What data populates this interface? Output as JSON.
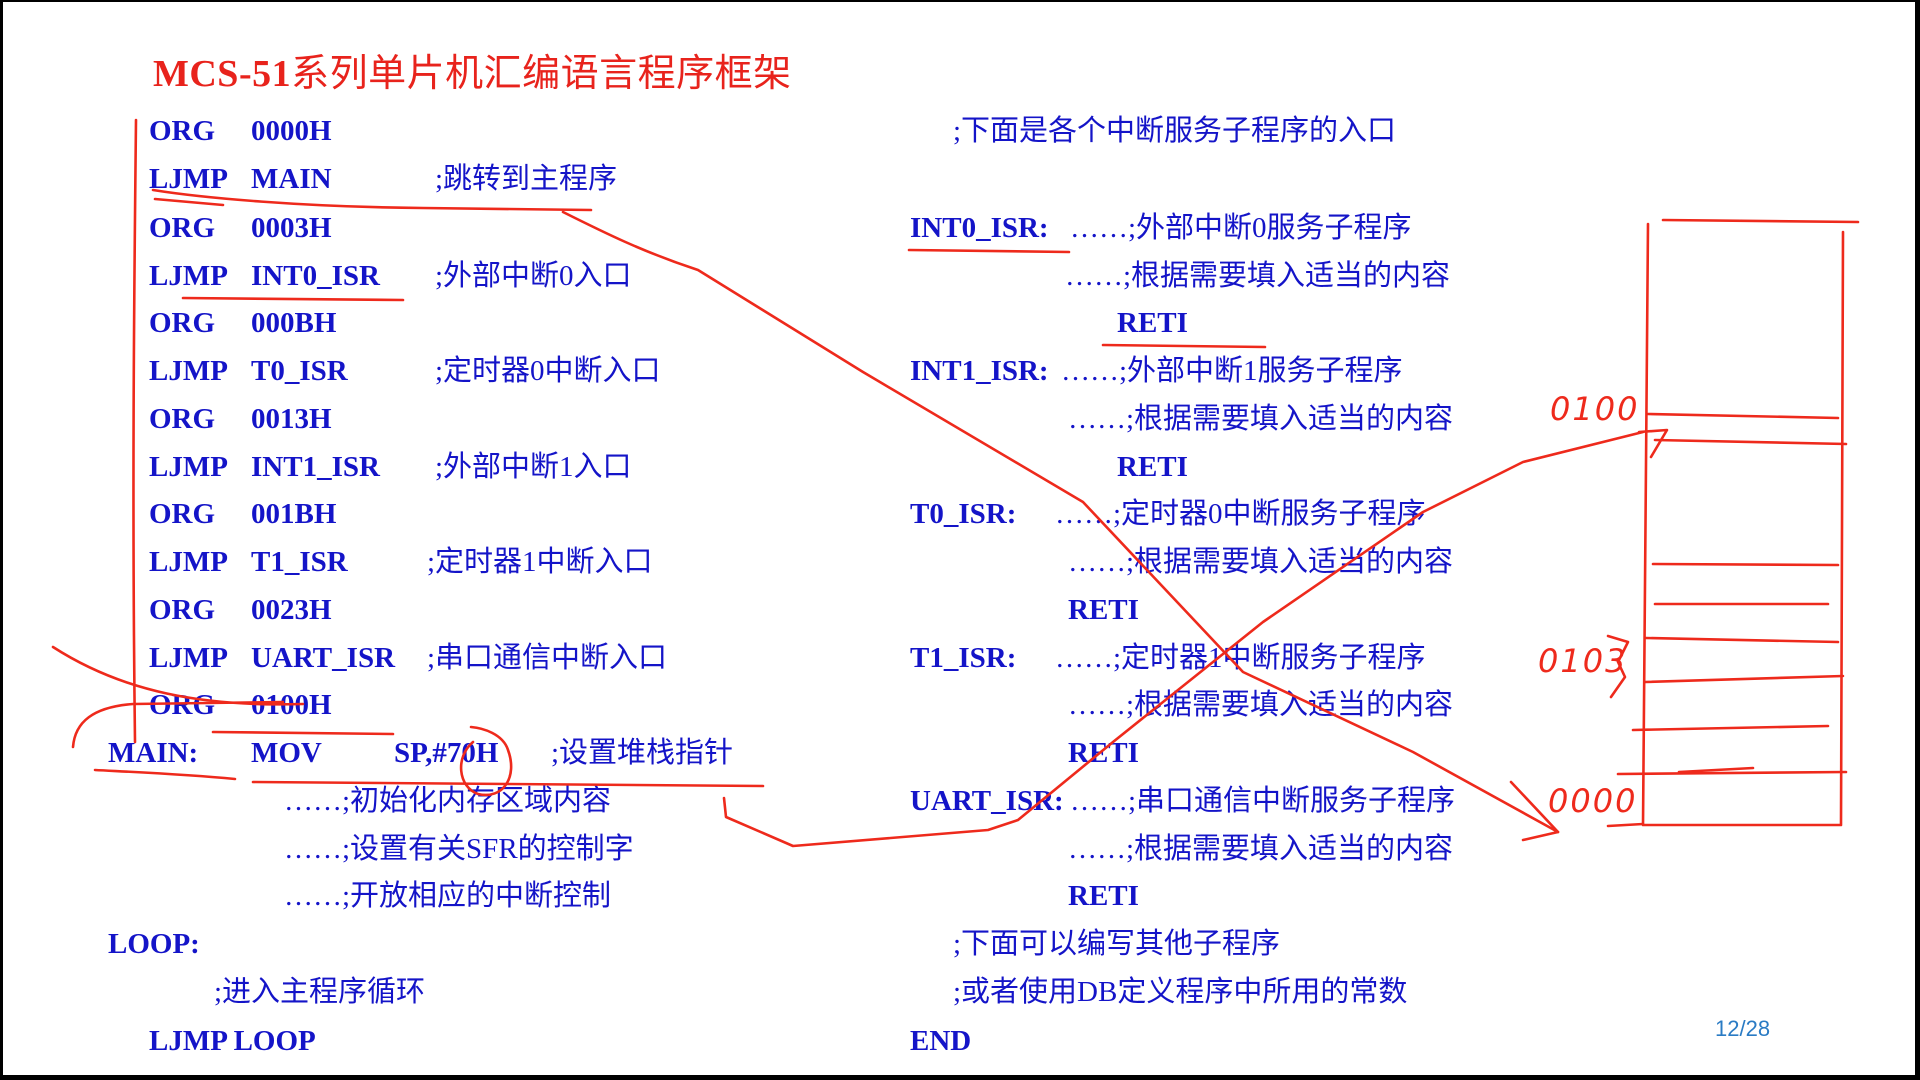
{
  "slide": {
    "title_latin": "MCS-51",
    "title_cn": "系列单片机汇编语言程序框架",
    "page_indicator": "12/28",
    "colors": {
      "title": "#e8231c",
      "code": "#1414c8",
      "annotation": "#ee2a1c",
      "page_number": "#2a7bc4"
    }
  },
  "left_code": [
    {
      "op": "ORG",
      "arg": "0000H",
      "comment": ""
    },
    {
      "op": "LJMP",
      "arg": "MAIN",
      "comment": ";跳转到主程序"
    },
    {
      "op": "ORG",
      "arg": "0003H",
      "comment": ""
    },
    {
      "op": "LJMP",
      "arg": "INT0_ISR",
      "comment": ";外部中断0入口"
    },
    {
      "op": "ORG",
      "arg": "000BH",
      "comment": ""
    },
    {
      "op": "LJMP",
      "arg": "T0_ISR",
      "comment": ";定时器0中断入口"
    },
    {
      "op": "ORG",
      "arg": "0013H",
      "comment": ""
    },
    {
      "op": "LJMP",
      "arg": "INT1_ISR",
      "comment": ";外部中断1入口"
    },
    {
      "op": "ORG",
      "arg": "001BH",
      "comment": ""
    },
    {
      "op": "LJMP",
      "arg": "T1_ISR",
      "comment": ";定时器1中断入口"
    },
    {
      "op": "ORG",
      "arg": "0023H",
      "comment": ""
    },
    {
      "op": "LJMP",
      "arg": "UART_ISR",
      "comment": ";串口通信中断入口"
    },
    {
      "op": "ORG",
      "arg": "0100H",
      "comment": ""
    }
  ],
  "main_block": {
    "label": "MAIN:",
    "op": "MOV",
    "arg": "SP,#70H",
    "comment": ";设置堆栈指针",
    "steps": [
      "……;初始化内存区域内容",
      "……;设置有关SFR的控制字",
      "……;开放相应的中断控制"
    ],
    "loop_label": "LOOP:",
    "loop_comment": ";进入主程序循环",
    "loop_jump": "LJMP  LOOP"
  },
  "right_code": {
    "header_comment": ";下面是各个中断服务子程序的入口",
    "isrs": [
      {
        "label": "INT0_ISR:",
        "desc": "……;外部中断0服务子程序",
        "fill": "……;根据需要填入适当的内容",
        "ret": "RETI"
      },
      {
        "label": "INT1_ISR:",
        "desc": "……;外部中断1服务子程序",
        "fill": "……;根据需要填入适当的内容",
        "ret": "RETI"
      },
      {
        "label": "T0_ISR:",
        "desc": "……;定时器0中断服务子程序",
        "fill": "……;根据需要填入适当的内容",
        "ret": "RETI"
      },
      {
        "label": "T1_ISR:",
        "desc": "……;定时器1中断服务子程序",
        "fill": "……;根据需要填入适当的内容",
        "ret": "RETI"
      },
      {
        "label": "UART_ISR:",
        "desc": "……;串口通信中断服务子程序",
        "fill": "……;根据需要填入适当的内容",
        "ret": "RETI"
      }
    ],
    "footer_comments": [
      ";下面可以编写其他子程序",
      ";或者使用DB定义程序中所用的常数"
    ],
    "end": "END"
  },
  "handwritten": {
    "labels": [
      "0100",
      "0103",
      "0000"
    ],
    "diagram": "memory-stack-sketch"
  }
}
